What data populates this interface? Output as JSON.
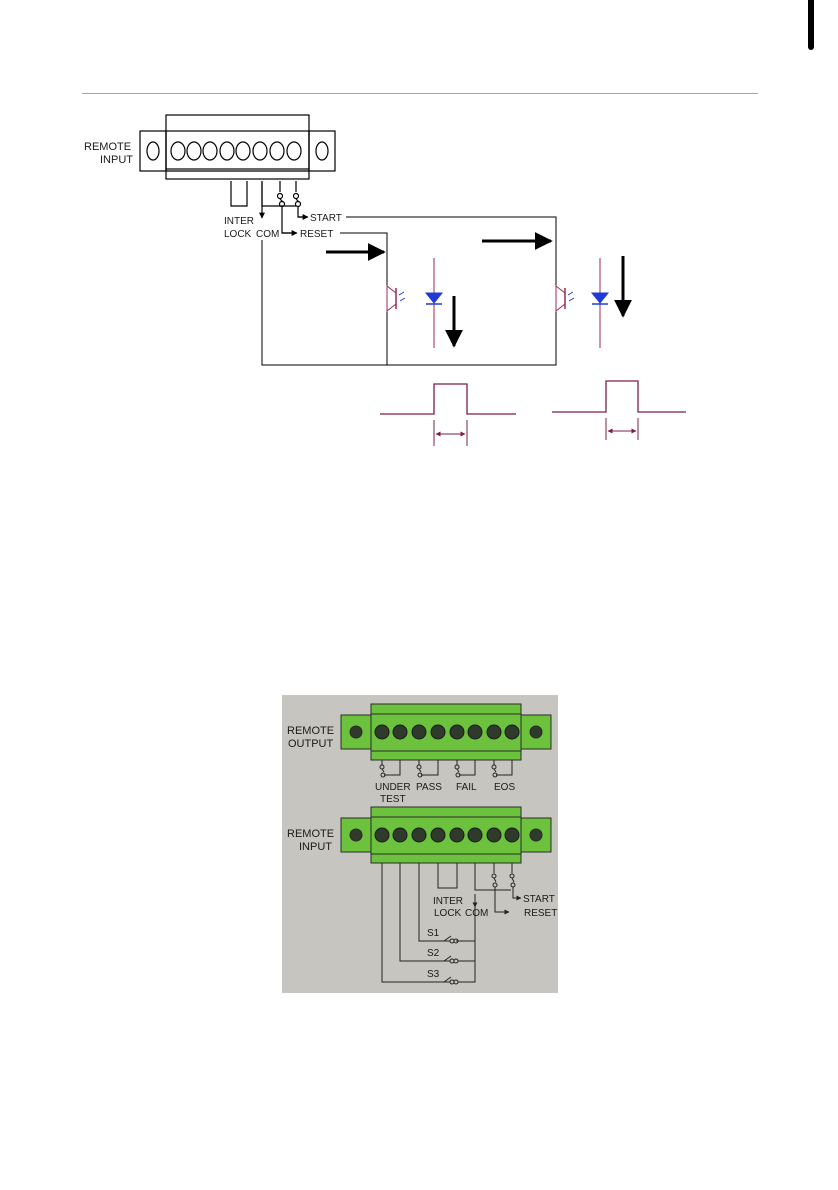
{
  "diagram1": {
    "connector_label": [
      "REMOTE",
      "INPUT"
    ],
    "interlock_label": [
      "INTER",
      "LOCK"
    ],
    "com_label": "COM",
    "start_label": "START",
    "reset_label": "RESET"
  },
  "diagram2": {
    "output_label": [
      "REMOTE",
      "OUTPUT"
    ],
    "output_signals": [
      "UNDER",
      "TEST",
      "PASS",
      "FAIL",
      "EOS"
    ],
    "input_label": [
      "REMOTE",
      "INPUT"
    ],
    "interlock_label": [
      "INTER",
      "LOCK"
    ],
    "com_label": "COM",
    "start_label": "START",
    "reset_label": "RESET",
    "switches": [
      "S1",
      "S2",
      "S3"
    ]
  },
  "colors": {
    "header_line": "#5ec4c0",
    "wire": "#9c2a53",
    "diode": "#1f3bd6",
    "pulse": "#7a1f4a",
    "terminal_green": "#6cc23c",
    "panel_bg": "#c6c5bf"
  }
}
